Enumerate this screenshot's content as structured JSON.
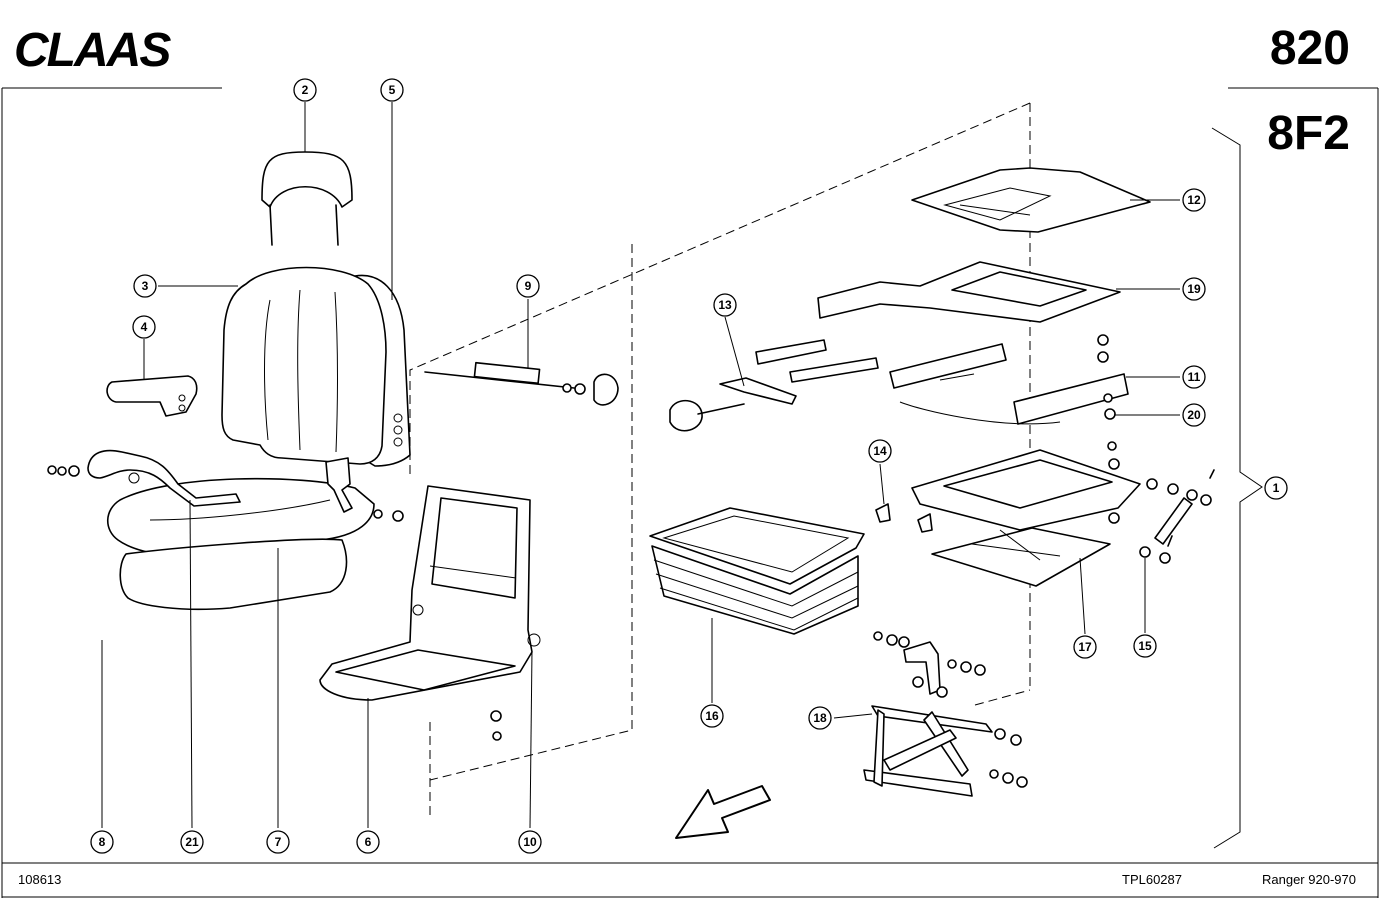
{
  "header": {
    "brand": "CLAAS",
    "group_number": "820",
    "group_code": "8F2"
  },
  "footer": {
    "drawing_number": "108613",
    "plate_number": "TPL60287",
    "model_range": "Ranger 920-970"
  },
  "callouts": [
    {
      "id": "c1",
      "label": "1"
    },
    {
      "id": "c2",
      "label": "2"
    },
    {
      "id": "c3",
      "label": "3"
    },
    {
      "id": "c4",
      "label": "4"
    },
    {
      "id": "c5",
      "label": "5"
    },
    {
      "id": "c6",
      "label": "6"
    },
    {
      "id": "c7",
      "label": "7"
    },
    {
      "id": "c8",
      "label": "8"
    },
    {
      "id": "c9",
      "label": "9"
    },
    {
      "id": "c10",
      "label": "10"
    },
    {
      "id": "c11",
      "label": "11"
    },
    {
      "id": "c12",
      "label": "12"
    },
    {
      "id": "c13",
      "label": "13"
    },
    {
      "id": "c14",
      "label": "14"
    },
    {
      "id": "c15",
      "label": "15"
    },
    {
      "id": "c16",
      "label": "16"
    },
    {
      "id": "c17",
      "label": "17"
    },
    {
      "id": "c18",
      "label": "18"
    },
    {
      "id": "c19",
      "label": "19"
    },
    {
      "id": "c20",
      "label": "20"
    },
    {
      "id": "c21",
      "label": "21"
    }
  ]
}
